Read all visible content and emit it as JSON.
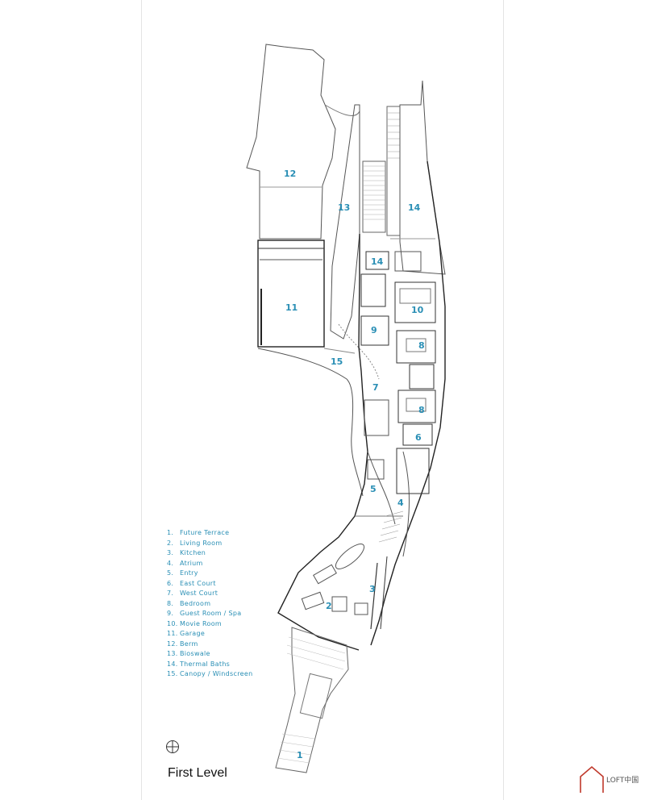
{
  "plan": {
    "title": "First Level",
    "accent_color": "#2a8fb5",
    "room_labels": [
      "12",
      "13",
      "14",
      "14",
      "9",
      "10",
      "11",
      "8",
      "15",
      "7",
      "8",
      "6",
      "5",
      "4",
      "3",
      "2",
      "1"
    ],
    "legend": [
      {
        "num": "1.",
        "label": "Future Terrace"
      },
      {
        "num": "2.",
        "label": "Living Room"
      },
      {
        "num": "3.",
        "label": "Kitchen"
      },
      {
        "num": "4.",
        "label": "Atrium"
      },
      {
        "num": "5.",
        "label": "Entry"
      },
      {
        "num": "6.",
        "label": "East Court"
      },
      {
        "num": "7.",
        "label": "West Court"
      },
      {
        "num": "8.",
        "label": "Bedroom"
      },
      {
        "num": "9.",
        "label": "Guest Room / Spa"
      },
      {
        "num": "10.",
        "label": "Movie Room"
      },
      {
        "num": "11.",
        "label": "Garage"
      },
      {
        "num": "12.",
        "label": "Berm"
      },
      {
        "num": "13.",
        "label": "Bioswale"
      },
      {
        "num": "14.",
        "label": "Thermal Baths"
      },
      {
        "num": "15.",
        "label": "Canopy / Windscreen"
      }
    ],
    "north_icon": "north-arrow-icon"
  },
  "logo": {
    "text": "LOFT中国",
    "icon": "house-outline-icon"
  }
}
